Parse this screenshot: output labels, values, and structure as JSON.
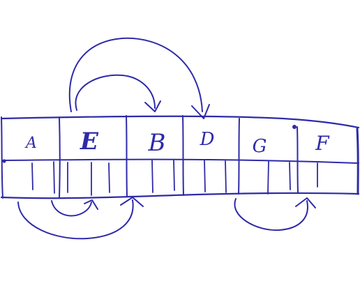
{
  "ink_color": "#2e2aa8",
  "cells": [
    {
      "letter": "A"
    },
    {
      "letter": "E"
    },
    {
      "letter": "B"
    },
    {
      "letter": "D"
    },
    {
      "letter": "G"
    },
    {
      "letter": "F"
    }
  ],
  "arrows": [
    {
      "from": "E",
      "to": "B",
      "side": "top"
    },
    {
      "from": "E",
      "to": "D",
      "side": "top"
    },
    {
      "from": "A",
      "to": "E",
      "side": "bottom"
    },
    {
      "from": "A",
      "to": "B",
      "side": "bottom"
    },
    {
      "from": "G",
      "to": "F",
      "side": "bottom"
    }
  ]
}
